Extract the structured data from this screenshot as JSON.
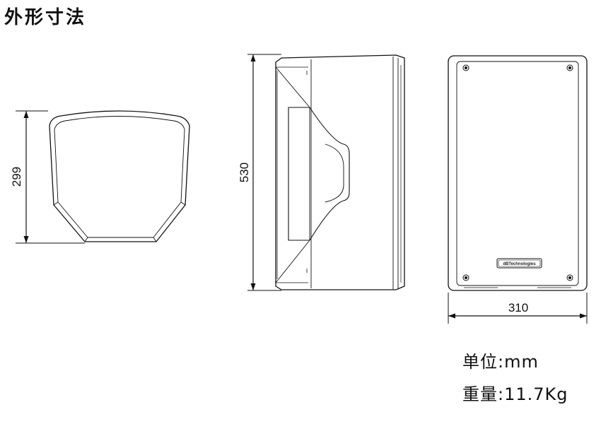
{
  "title": "外形寸法",
  "dimensions": {
    "depth": "299",
    "height": "530",
    "width": "310"
  },
  "logo": "dBTechnologies",
  "specs": {
    "unit": "单位:mm",
    "weight": "重量:11.7Kg"
  }
}
